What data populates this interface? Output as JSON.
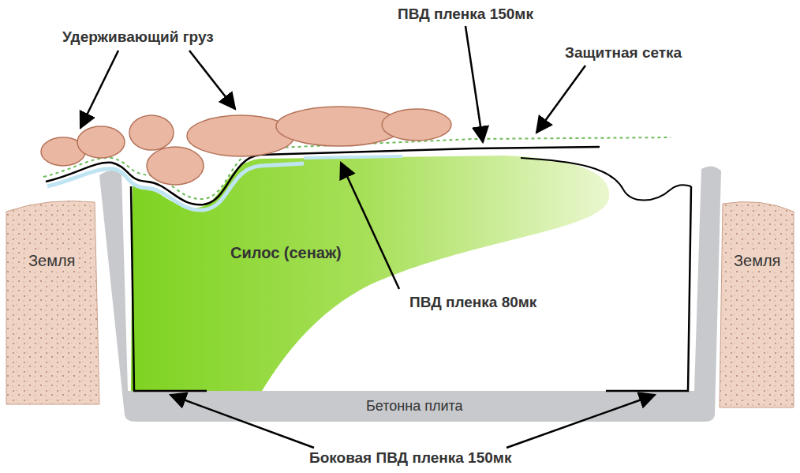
{
  "diagram": {
    "nodes": [
      {
        "text": [
          "Земля"
        ]
      },
      {
        "text": [
          "Силос (сенаж)"
        ]
      },
      {
        "text": [
          "Земля"
        ]
      },
      {
        "text": [
          "Бетонна плита"
        ]
      }
    ],
    "labels": [
      "Удерживающий груз",
      "ПВД пленка 150мк",
      "Защитная сетка",
      "ПВД пленка 80мк",
      "Боковая ПВД пленка 150мк"
    ]
  }
}
